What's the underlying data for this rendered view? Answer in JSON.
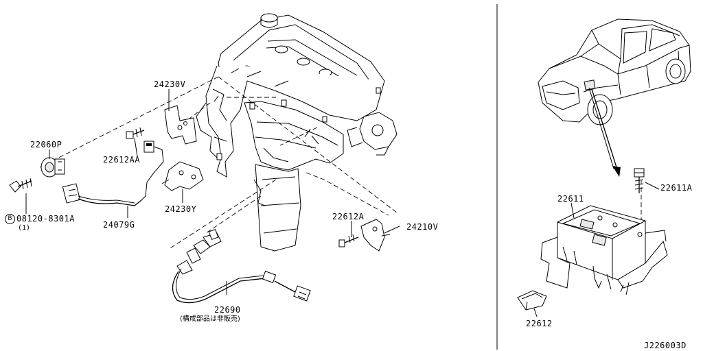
{
  "labels": {
    "p24230v": "24230V",
    "p22060p": "22060P",
    "p22612aa": "22612AA",
    "p08120": "08120-8301A",
    "p08120_qty": "(1)",
    "p08120_prefix": "B",
    "p24079g": "24079G",
    "p24230y": "24230Y",
    "p22612a": "22612A",
    "p24210v": "24210V",
    "p22690": "22690",
    "p22690_note": "(構成部品は非販売)",
    "p22611a": "22611A",
    "p22611": "22611",
    "p22612": "22612",
    "diagram_code": "J226003D"
  }
}
